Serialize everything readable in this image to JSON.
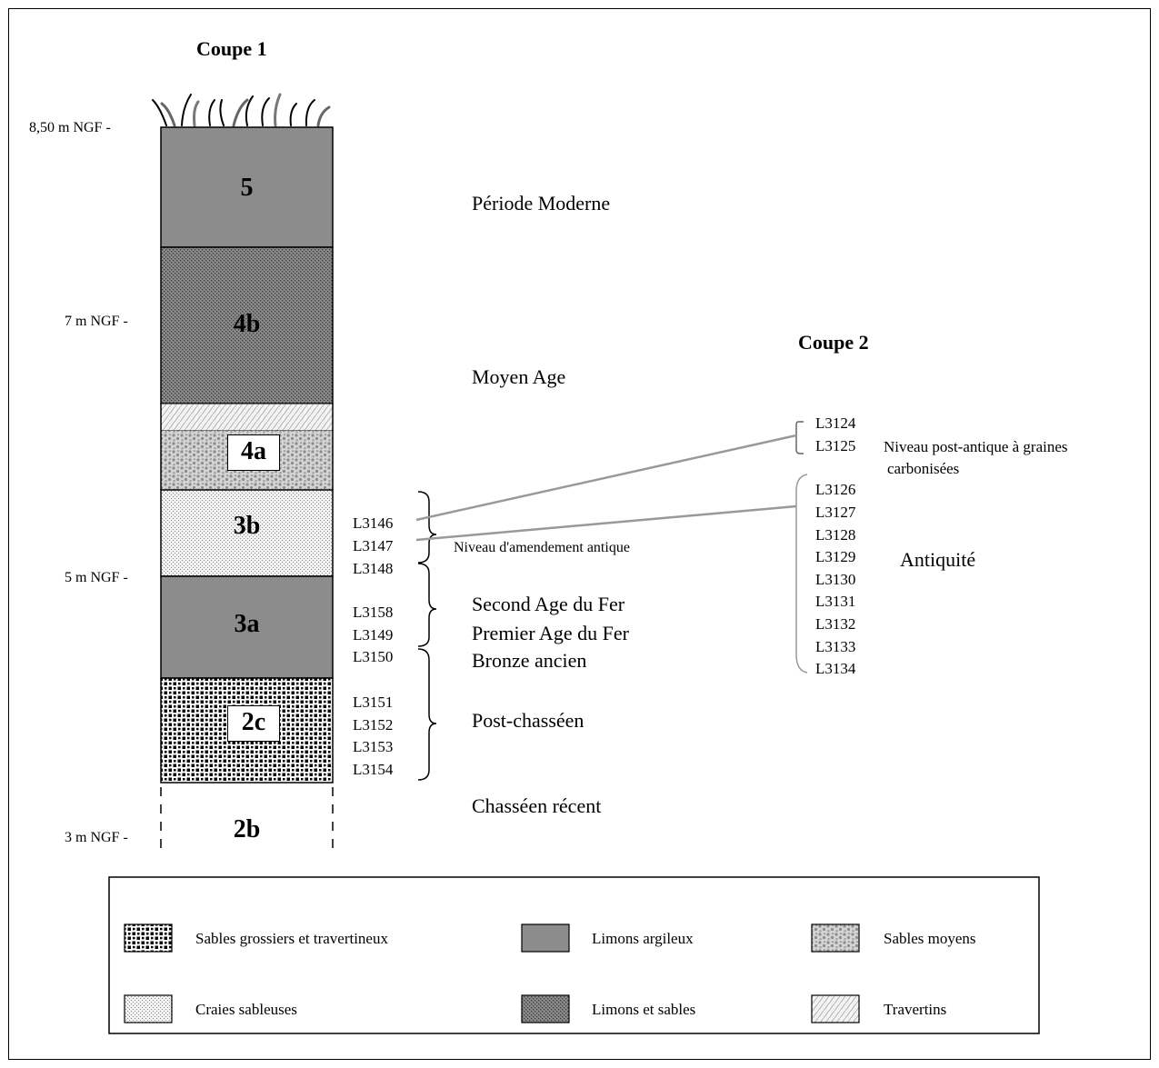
{
  "coupe1": {
    "title": "Coupe 1",
    "elevations": [
      "8,50 m NGF -",
      "7 m NGF -",
      "5 m NGF -",
      "3 m NGF -"
    ],
    "layers": [
      "5",
      "4b",
      "4a",
      "3b",
      "3a",
      "2c",
      "2b"
    ]
  },
  "codes_coupe1": [
    "L3146",
    "L3147",
    "L3148",
    "L3158",
    "L3149",
    "L3150",
    "L3151",
    "L3152",
    "L3153",
    "L3154"
  ],
  "annotation_amendement": "Niveau d'amendement antique",
  "periods": [
    "Période Moderne",
    "Moyen Age",
    "Second Age du Fer",
    "Premier Age du Fer",
    "Bronze ancien",
    "Post-chasséen",
    "Chasséen récent"
  ],
  "coupe2": {
    "title": "Coupe 2",
    "codes_top": [
      "L3124",
      "L3125"
    ],
    "note_line1": "Niveau post-antique à graines",
    "note_line2": "carbonisées",
    "codes_bottom": [
      "L3126",
      "L3127",
      "L3128",
      "L3129",
      "L3130",
      "L3131",
      "L3132",
      "L3133",
      "L3134"
    ],
    "period": "Antiquité"
  },
  "legend": [
    {
      "label": "Sables grossiers et travertineux",
      "pattern": "coarse-sand"
    },
    {
      "label": "Limons argileux",
      "pattern": "clay-silt"
    },
    {
      "label": "Sables moyens",
      "pattern": "medium-sand"
    },
    {
      "label": "Craies sableuses",
      "pattern": "sandy-chalk"
    },
    {
      "label": "Limons et sables",
      "pattern": "silt-sand"
    },
    {
      "label": "Travertins",
      "pattern": "travertine"
    }
  ],
  "colors": {
    "clay_silt": "#8c8c8c",
    "connector": "#999999",
    "outline": "#000000"
  }
}
